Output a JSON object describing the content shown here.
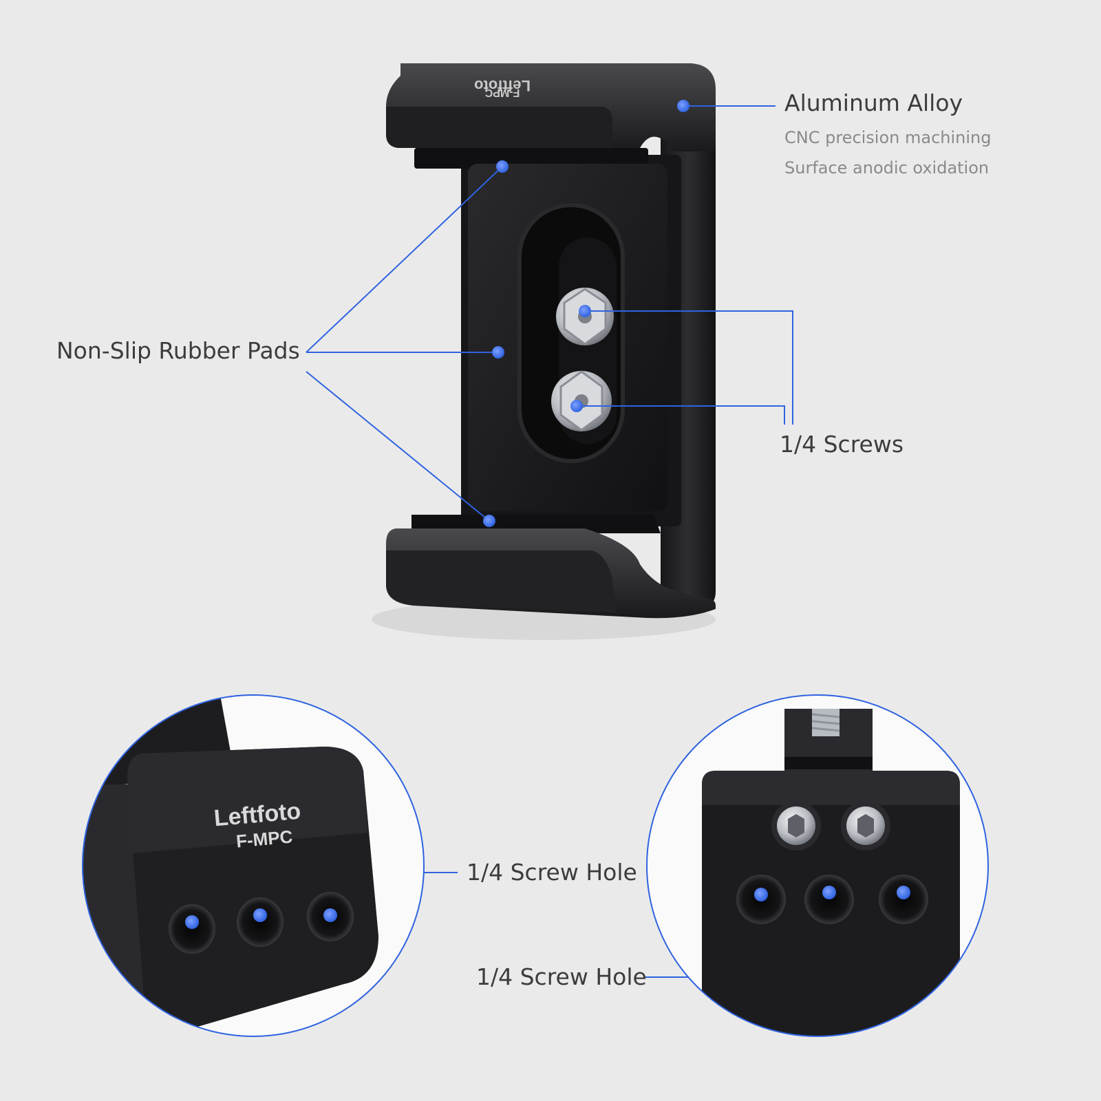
{
  "callouts": {
    "aluminum": {
      "title": "Aluminum Alloy",
      "details": [
        "CNC precision machining",
        "Surface anodic oxidation"
      ]
    },
    "pads": {
      "title": "Non-Slip Rubber Pads"
    },
    "screws": {
      "title": "1/4 Screws"
    },
    "hole_left": {
      "title": "1/4  Screw Hole"
    },
    "hole_right": {
      "title": "1/4  Screw Hole"
    }
  },
  "branding": {
    "logo_text": "Leftfoto",
    "model_text": "F-MPC"
  },
  "colors": {
    "background": "#eaeaea",
    "accent": "#2f63e0",
    "metal": "#1c1c1e",
    "text": "#3c3c3c"
  }
}
